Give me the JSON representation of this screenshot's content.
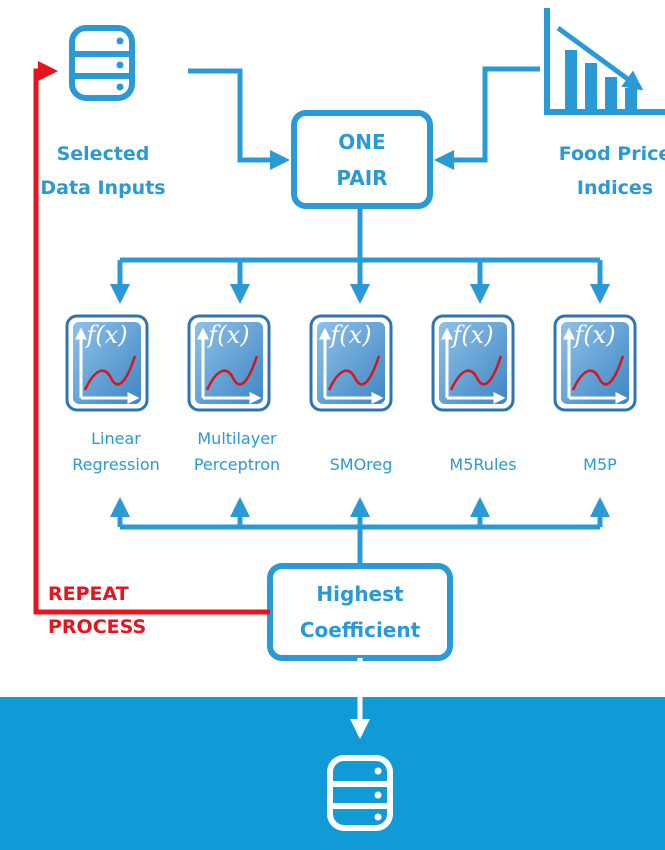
{
  "inputs": {
    "selected_data_line1": "Selected",
    "selected_data_line2": "Data Inputs",
    "food_price_line1": "Food Price",
    "food_price_line2": "Indices"
  },
  "pair_box": {
    "line1": "ONE",
    "line2": "PAIR"
  },
  "models": [
    {
      "line1": "Linear",
      "line2": "Regression",
      "func": "f(x)"
    },
    {
      "line1": "Multilayer",
      "line2": "Perceptron",
      "func": "f(x)"
    },
    {
      "line1": "",
      "line2": "SMOreg",
      "func": "f(x)"
    },
    {
      "line1": "",
      "line2": "M5Rules",
      "func": "f(x)"
    },
    {
      "line1": "",
      "line2": "M5P",
      "func": "f(x)"
    }
  ],
  "result_box": {
    "line1": "Highest",
    "line2": "Coefficient"
  },
  "repeat": {
    "line1": "REPEAT",
    "line2": "PROCESS"
  },
  "colors": {
    "accent": "#2a9ad6",
    "repeat": "#e8141d",
    "band": "#109bd6",
    "icon_bg": "#6aa7d6"
  }
}
